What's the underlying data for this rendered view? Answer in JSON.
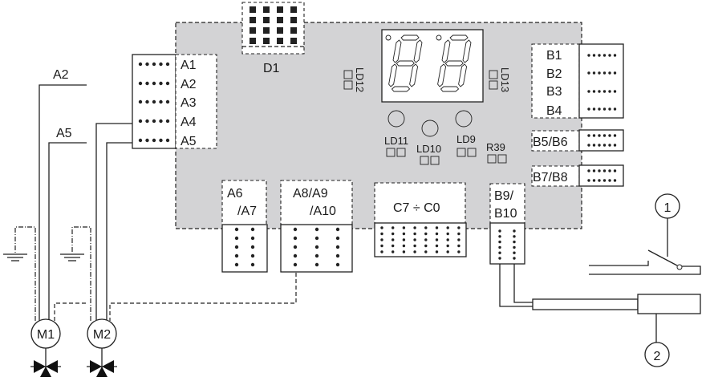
{
  "board": {
    "color": "#d3d3d5",
    "d1_label": "D1",
    "leds": {
      "ld12": "LD12",
      "ld13": "LD13",
      "ld11": "LD11",
      "ld10": "LD10",
      "ld9": "LD9",
      "r39": "R39"
    },
    "a_connectors": [
      "A1",
      "A2",
      "A3",
      "A4",
      "A5"
    ],
    "a6": [
      "A6",
      "/A7"
    ],
    "a8": [
      "A8/A9",
      "/A10"
    ],
    "c_connector": "C7 ÷ C0",
    "b9": [
      "B9/",
      "B10"
    ],
    "b_connectors": [
      "B1",
      "B2",
      "B3",
      "B4"
    ],
    "b56": "B5/B6",
    "b78": "B7/B8"
  },
  "wiring": {
    "wire_a2": "A2",
    "wire_a5": "A5",
    "motors": [
      "M1",
      "M2"
    ],
    "callouts": [
      "1",
      "2"
    ]
  }
}
